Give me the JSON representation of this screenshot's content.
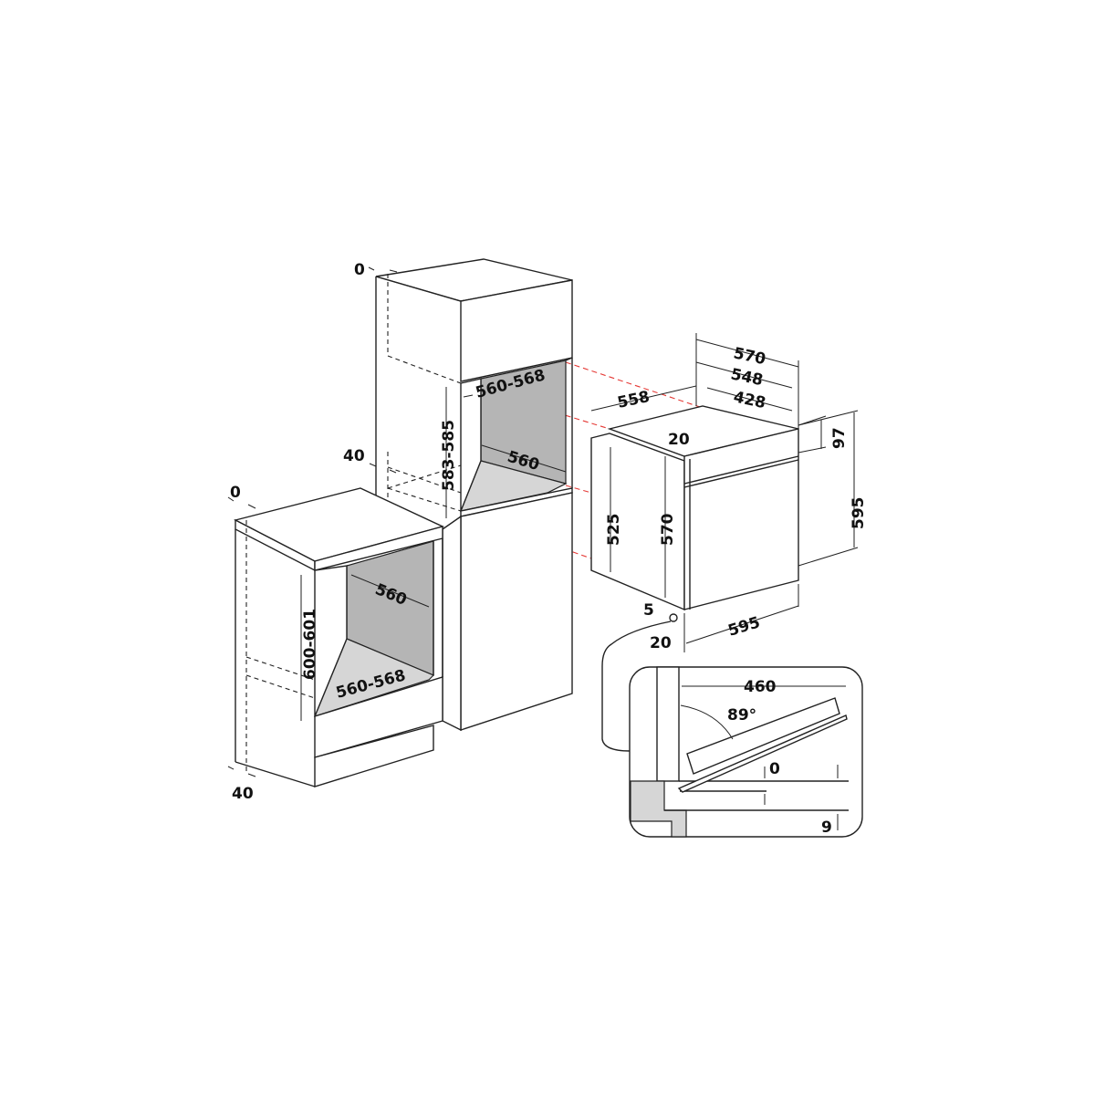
{
  "tall_cabinet": {
    "gap_top": "0",
    "gap_side": "40",
    "niche_width": "560-568",
    "niche_height": "583-585",
    "niche_depth": "560"
  },
  "base_cabinet": {
    "gap_top": "0",
    "gap_bottom": "40",
    "niche_height": "600-601",
    "niche_width": "560-568",
    "niche_depth": "560"
  },
  "oven": {
    "depth_total": "570",
    "depth_body": "548",
    "depth_top": "428",
    "width_body": "558",
    "front_offset": "20",
    "panel_height": "97",
    "height_total": "595",
    "side_height": "525",
    "body_height": "570",
    "bottom_offset": "5",
    "door_thickness": "20",
    "width_front": "595"
  },
  "door_detail": {
    "door_length": "460",
    "opening_angle": "89°",
    "clearance_top": "0",
    "clearance_bottom": "9"
  },
  "colors": {
    "line": "#222222",
    "panel_grey": "#b5b5b5",
    "guide_red": "#e53935"
  }
}
